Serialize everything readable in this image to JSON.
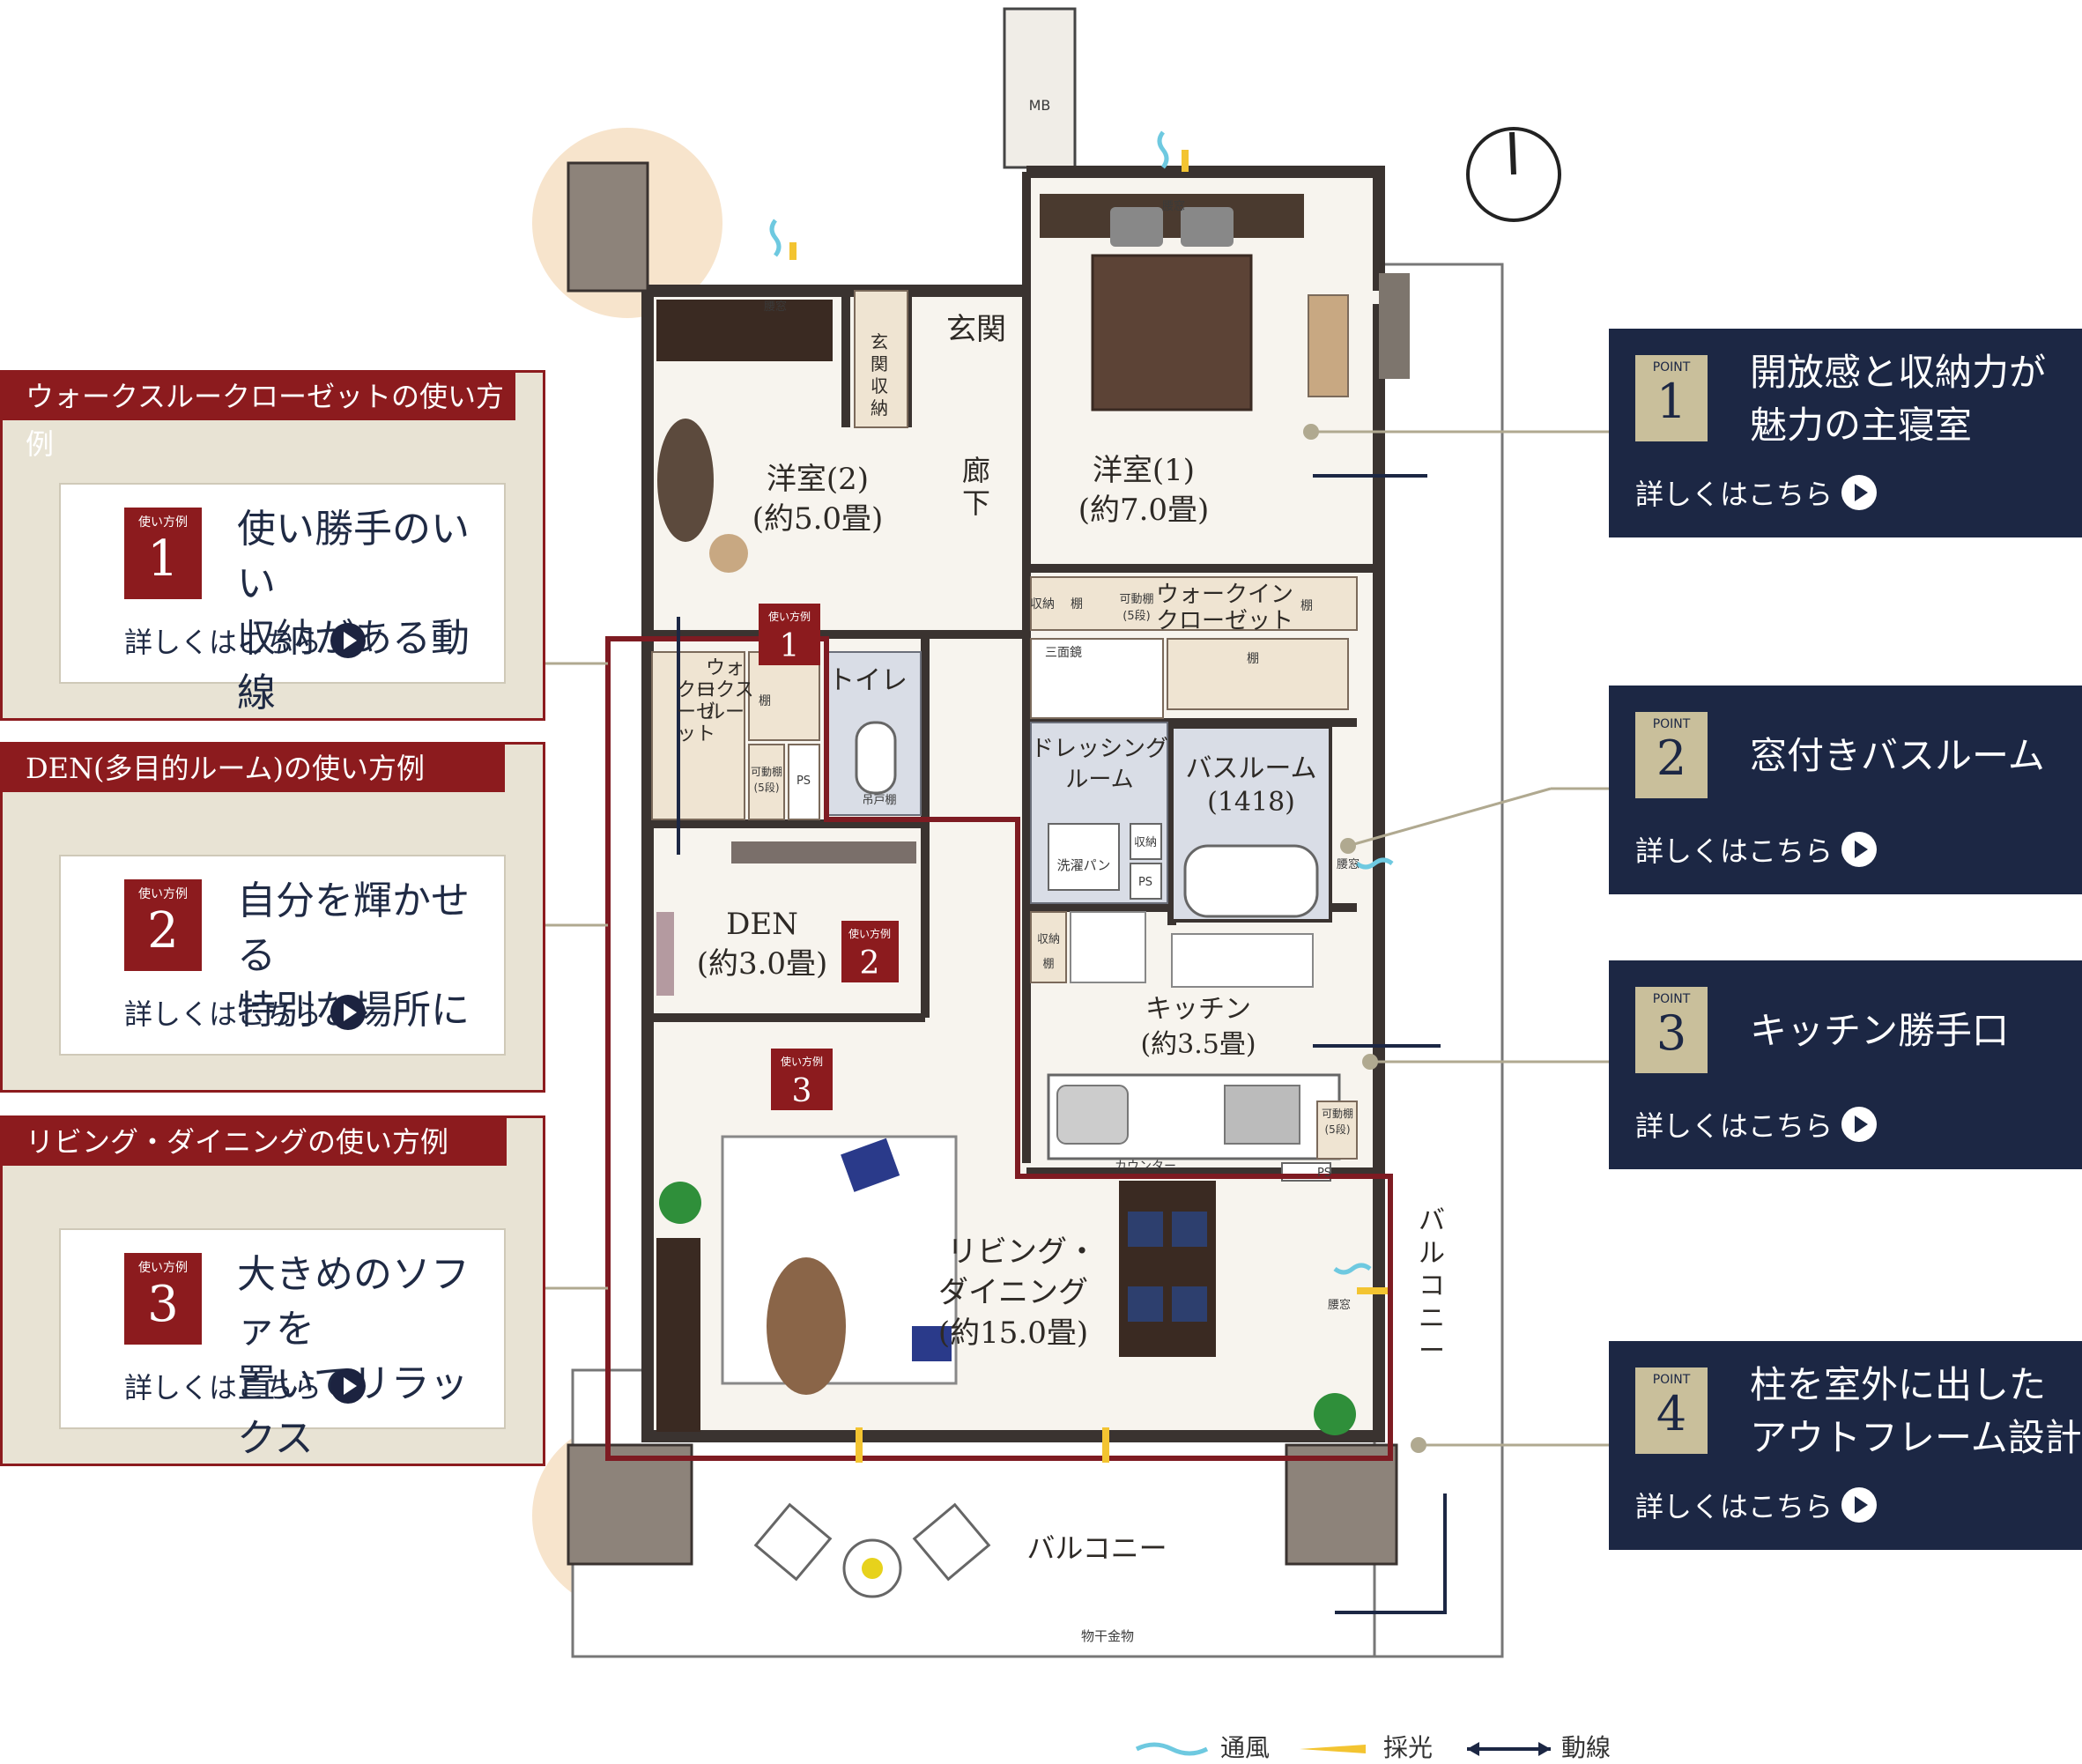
{
  "rooms": {
    "western2": {
      "name": "洋室(2)",
      "size": "(約5.0畳)"
    },
    "western1": {
      "name": "洋室(1)",
      "size": "(約7.0畳)"
    },
    "entrance": "玄関",
    "entrance_storage": [
      "玄",
      "関",
      "収",
      "納"
    ],
    "hallway": [
      "廊",
      "下"
    ],
    "walk_in": {
      "line1": "ウォークイン",
      "line2": "クローゼット"
    },
    "walk_through": [
      "ウォ",
      "ークス",
      "ルー",
      "クロ",
      "ーゼ",
      "ット"
    ],
    "toilet": "トイレ",
    "dressing": {
      "line1": "ドレッシング",
      "line2": "ルーム"
    },
    "bathroom": {
      "line1": "バスルーム",
      "line2": "(1418)"
    },
    "den": {
      "name": "DEN",
      "size": "(約3.0畳)"
    },
    "kitchen": {
      "name": "キッチン",
      "size": "(約3.5畳)"
    },
    "living": {
      "line1": "リビング・",
      "line2": "ダイニング",
      "size": "(約15.0畳)"
    },
    "balcony_bottom": "バルコニー",
    "balcony_side": [
      "バ",
      "ル",
      "コ",
      "ニ",
      "ー"
    ]
  },
  "small_labels": {
    "mb": "MB",
    "koshimado": "腰窓",
    "shuno": "収納",
    "tana": "棚",
    "kadotana": "可動棚",
    "godan": "(5段)",
    "ps": "PS",
    "sanmenkyo": "三面鏡",
    "sentakupan": "洗濯パン",
    "tsuridana": "吊戸棚",
    "counter": "カウンター",
    "monohoshi": "物干金物"
  },
  "route_markers": [
    {
      "tag": "使い方例",
      "num": "1"
    },
    {
      "tag": "使い方例",
      "num": "2"
    },
    {
      "tag": "使い方例",
      "num": "3"
    }
  ],
  "usage_cards": [
    {
      "header": "ウォークスルークローゼットの使い方例",
      "tag": "使い方例",
      "num": "1",
      "title1": "使い勝手のいい",
      "title2": "収納がある動線",
      "more": "詳しくはこちら"
    },
    {
      "header": "DEN(多目的ルーム)の使い方例",
      "tag": "使い方例",
      "num": "2",
      "title1": "自分を輝かせる",
      "title2": "特別な場所に",
      "more": "詳しくはこちら"
    },
    {
      "header": "リビング・ダイニングの使い方例",
      "tag": "使い方例",
      "num": "3",
      "title1": "大きめのソファを",
      "title2": "置いてリラックス",
      "more": "詳しくはこちら"
    }
  ],
  "point_cards": [
    {
      "tag": "POINT",
      "num": "1",
      "title1": "開放感と収納力が",
      "title2": "魅力の主寝室",
      "more": "詳しくはこちら"
    },
    {
      "tag": "POINT",
      "num": "2",
      "title1": "窓付きバスルーム",
      "title2": "",
      "more": "詳しくはこちら"
    },
    {
      "tag": "POINT",
      "num": "3",
      "title1": "キッチン勝手口",
      "title2": "",
      "more": "詳しくはこちら"
    },
    {
      "tag": "POINT",
      "num": "4",
      "title1": "柱を室外に出した",
      "title2": "アウトフレーム設計",
      "more": "詳しくはこちら"
    }
  ],
  "legend": {
    "wind": "通風",
    "light": "採光",
    "route": "動線"
  },
  "colors": {
    "crimson": "#8c1b1e",
    "navy": "#1c2744",
    "gold": "#c9bf9b",
    "beige": "#e8e3d4",
    "floor": "#f7f4ee"
  }
}
